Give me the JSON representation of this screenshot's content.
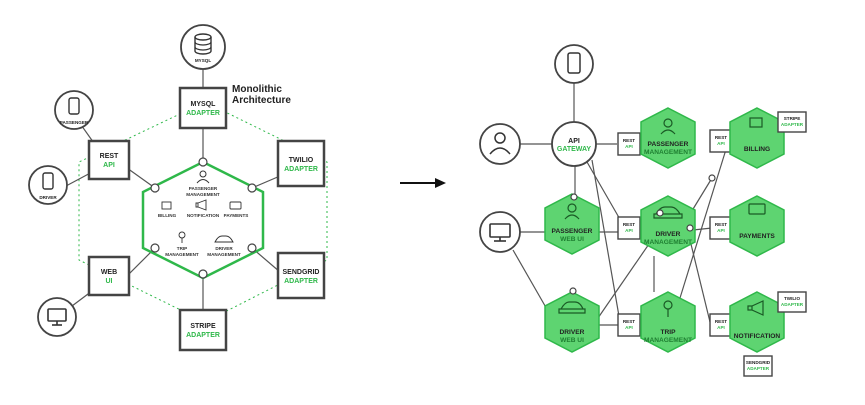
{
  "left": {
    "title_line1": "Monolithic",
    "title_line2": "Architecture",
    "mysql_db": "MYSQL",
    "mysql_adapter": [
      "MYSQL",
      "ADAPTER"
    ],
    "rest_api": [
      "REST",
      "API"
    ],
    "web_ui": [
      "WEB",
      "UI"
    ],
    "twilio_adapter": [
      "TWILIO",
      "ADAPTER"
    ],
    "sendgrid_adapter": [
      "SENDGRID",
      "ADAPTER"
    ],
    "stripe_adapter": [
      "STRIPE",
      "ADAPTER"
    ],
    "passenger_client": "PASSENGER",
    "driver_client": "DRIVER",
    "modules": {
      "passenger_management": [
        "PASSENGER",
        "MANAGEMENT"
      ],
      "billing": "BILLING",
      "notification": "NOTIFICATION",
      "payments": "PAYMENTS",
      "trip_management": [
        "TRIP",
        "MANAGEMENT"
      ],
      "driver_management": [
        "DRIVER",
        "MANAGEMENT"
      ]
    }
  },
  "right": {
    "api_gateway": [
      "API",
      "GATEWAY"
    ],
    "rest_api": [
      "REST",
      "API"
    ],
    "passenger_management": [
      "PASSENGER",
      "MANAGEMENT"
    ],
    "billing": "BILLING",
    "stripe_adapter": [
      "STRIPE",
      "ADAPTER"
    ],
    "passenger_web_ui": [
      "PASSENGER",
      "WEB UI"
    ],
    "driver_management": [
      "DRIVER",
      "MANAGEMENT"
    ],
    "payments": "PAYMENTS",
    "driver_web_ui": [
      "DRIVER",
      "WEB UI"
    ],
    "trip_management": [
      "TRIP",
      "MANAGEMENT"
    ],
    "notification": "NOTIFICATION",
    "twilio_adapter": [
      "TWILIO",
      "ADAPTER"
    ],
    "sendgrid_adapter": [
      "SENDGRID",
      "ADAPTER"
    ]
  },
  "colors": {
    "green": "#2fb84a",
    "green_fill": "#5ed471",
    "border": "#444444"
  },
  "icons": [
    "database-icon",
    "phone-icon",
    "monitor-icon",
    "user-icon",
    "car-icon",
    "pin-icon",
    "card-icon",
    "megaphone-icon",
    "billing-icon"
  ]
}
